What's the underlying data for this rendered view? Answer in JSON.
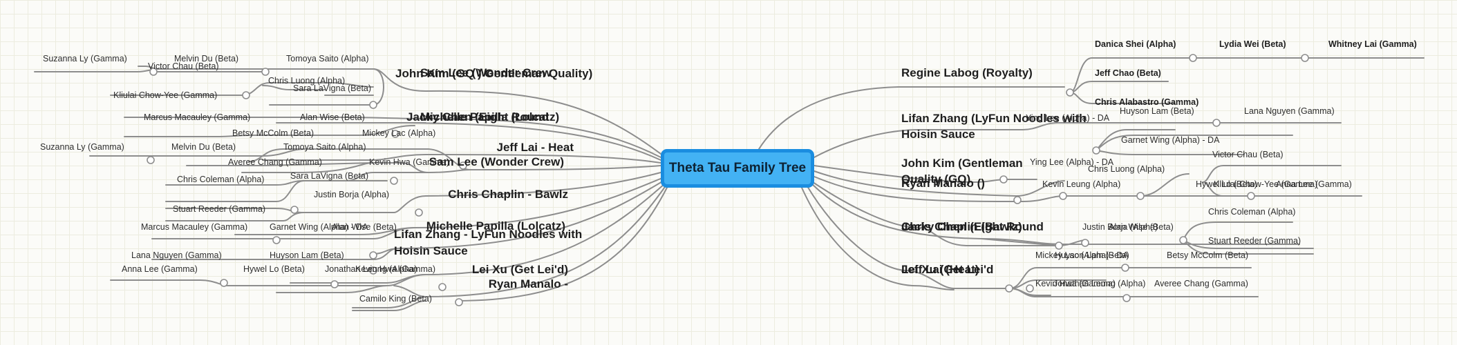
{
  "root": "Theta Tau Family Tree",
  "left": {
    "john_kim": "John Kim (GQ ) Gentleman Quality)",
    "sam_lee_top": "Sam Lee (Wonder Crew",
    "jacky_chen": "Jacky Chen (Eight Round",
    "michelle_top": "Michelle Papilla (Lolcatz)",
    "jeff_lai": "Jeff Lai - Heat",
    "sam_lee": "Sam Lee (Wonder Crew)",
    "chris_chaplin": "Chris Chaplin - Bawlz",
    "michelle_papilla": "Michelle Papilla (Lolcatz)",
    "lifan_zhang": "Lifan Zhang - LyFun Noodles with Hoisin Sauce",
    "lei_xu": "Lei Xu (Get Lei'd)",
    "ryan_manalo": "Ryan Manalo -"
  },
  "right": {
    "regine": "Regine Labog (Royalty)",
    "lifan": "Lifan Zhang (LyFun Noodles with Hoisin Sauce",
    "john_kim": "John Kim (Gentleman Quality (GQ)",
    "ryan": "Ryan Manalo ()",
    "chris_chaplin": "Chris Chaplin (Bawlz)",
    "jacky": "Jacky Chen (Eight Round",
    "lei_xu": "Lei Xu (Get Lei'd",
    "jeff_lai": "Jeff Lai (Heat)"
  },
  "members": {
    "suzanna_ly": "Suzanna Ly (Gamma)",
    "melvin_du": "Melvin Du (Beta)",
    "tomoya_saito": "Tomoya Saito (Alpha)",
    "victor_chau": "Victor Chau (Beta)",
    "chris_luong": "Chris Luong (Alpha)",
    "kliulai": "Kliulai Chow-Yee (Gamma)",
    "sara_lavigna": "Sara LaVigna (Beta)",
    "marcus": "Marcus Macauley (Gamma)",
    "alan_wise": "Alan Wise (Beta)",
    "betsy": "Betsy McColm (Beta)",
    "mickey": "Mickey Lac (Alpha)",
    "averee": "Averee Chang (Gamma)",
    "kevin_hwa": "Kevin Hwa (Gamma)",
    "chris_coleman": "Chris Coleman (Alpha)",
    "justin_borja": "Justin Borja (Alpha)",
    "stuart": "Stuart Reeder (Gamma)",
    "garnet": "Garnet Wing (Alpha) - DA",
    "lana": "Lana Nguyen (Gamma)",
    "huyson": "Huyson Lam (Beta)",
    "anna": "Anna Lee (Gamma)",
    "hywel": "Hywel Lo (Beta)",
    "jonathan": "Jonathan Leung (Alpha)",
    "camilo": "Camilo King (Beta)",
    "ying_lee": "Ying Lee (Alpha) - DA",
    "ying_lee2": "Ying Lee (Alpha) - DA",
    "kevin_leung": "Kevin Leung (Alpha)",
    "hywel_r": "Hywel Lo (Beta)",
    "kliulai_r": "Kliulai Chow-Yee (Gamma)",
    "anna_r": "Anna Lee (Gamma)",
    "justin_r": "Justin Borja (Alpha)",
    "mickey_r": "Mickey Lac (Alpha) - DA",
    "kevin_hwa_r": "Kevin Hwa (Gamma)",
    "betsy_r": "Betsy McColm (Beta)",
    "danica": "Danica Shei (Alpha)",
    "lydia": "Lydia Wei (Beta)",
    "whitney": "Whitney Lai (Gamma)",
    "jeff_chao": "Jeff Chao (Beta)",
    "chris_alabastro": "Chris Alabastro (Gamma)"
  }
}
